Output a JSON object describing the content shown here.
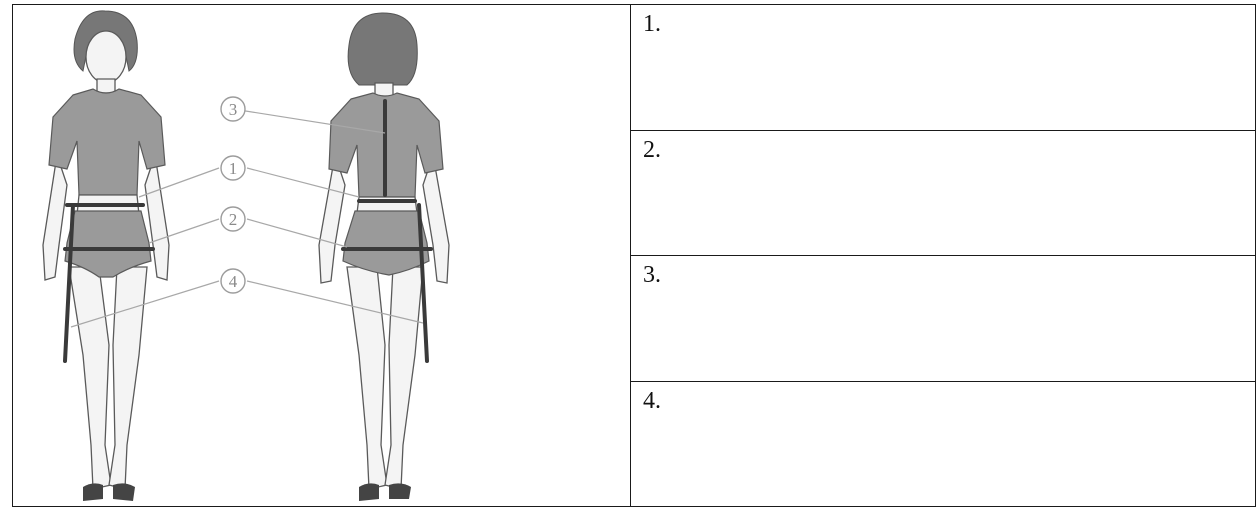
{
  "figure": {
    "callouts": [
      "1",
      "2",
      "3",
      "4"
    ]
  },
  "answers": [
    {
      "label": "1."
    },
    {
      "label": "2."
    },
    {
      "label": "3."
    },
    {
      "label": "4."
    }
  ],
  "colors": {
    "garment": "#9a9a9a",
    "hair": "#777777",
    "tape": "#3a3a3a",
    "outline": "#555555",
    "callout": "#9c9c9c"
  }
}
